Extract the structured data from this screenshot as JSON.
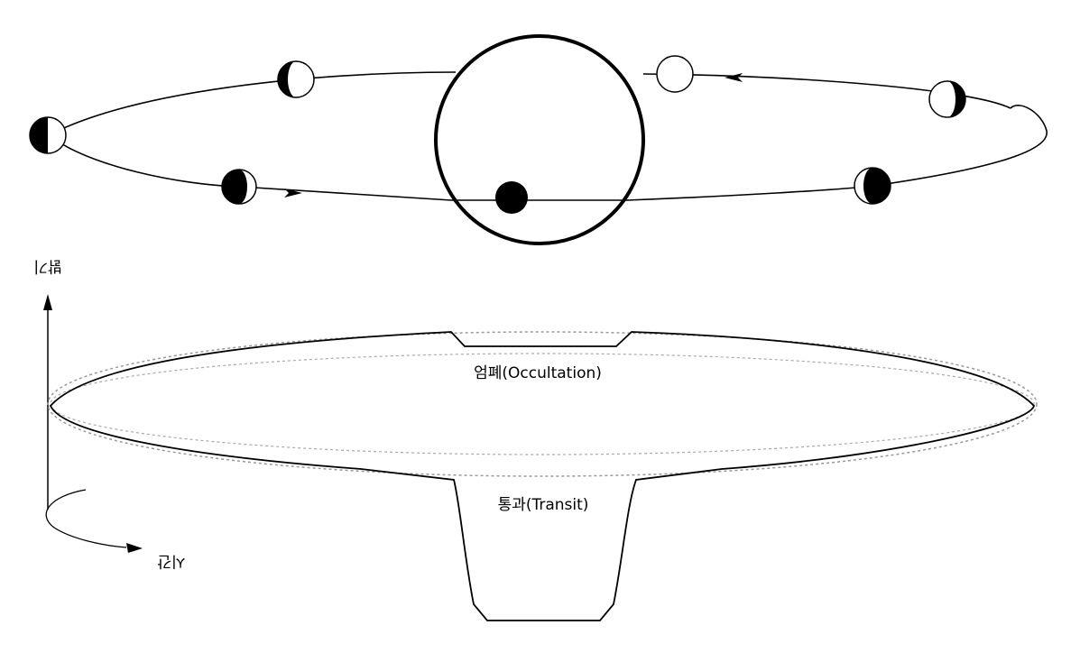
{
  "labels": {
    "brightness_axis": "밝기",
    "time_axis": "시간",
    "occultation": "엄폐(Occultation)",
    "transit": "통과(Transit)"
  },
  "planets_phases": [
    {
      "name": "far-left-half-phase",
      "phase": "half-dark-left"
    },
    {
      "name": "upper-left-gibbous",
      "phase": "crescent-dark-left"
    },
    {
      "name": "lower-left-crescent",
      "phase": "mostly-dark"
    },
    {
      "name": "transit-position",
      "phase": "full-dark"
    },
    {
      "name": "lower-right-crescent",
      "phase": "mostly-dark"
    },
    {
      "name": "far-right-gibbous",
      "phase": "crescent-dark-right"
    },
    {
      "name": "occultation-position",
      "phase": "full-light"
    }
  ],
  "colors": {
    "stroke": "#000000",
    "dotted": "#999999",
    "background": "#ffffff"
  }
}
